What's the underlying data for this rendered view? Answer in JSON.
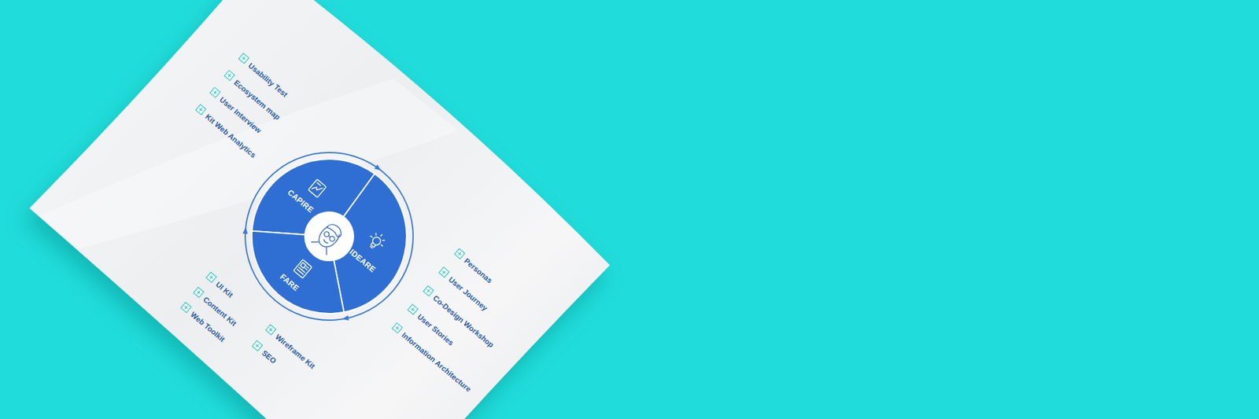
{
  "diagram": {
    "nodes": [
      {
        "text": [
          "CAPIRE"
        ]
      },
      {
        "text": [
          "IDEARE"
        ]
      },
      {
        "text": [
          "FARE"
        ]
      }
    ],
    "labels": [
      "Usability Test",
      "Ecosystem map",
      "User Interview",
      "Kit Web Analytics",
      "Personas",
      "User Journey",
      "Co-Design Workshop",
      "User Stories",
      "Information Architecture",
      "UI Kit",
      "Content Kit",
      "Web Toolkit",
      "Wireframe Kit",
      "SEO"
    ]
  }
}
